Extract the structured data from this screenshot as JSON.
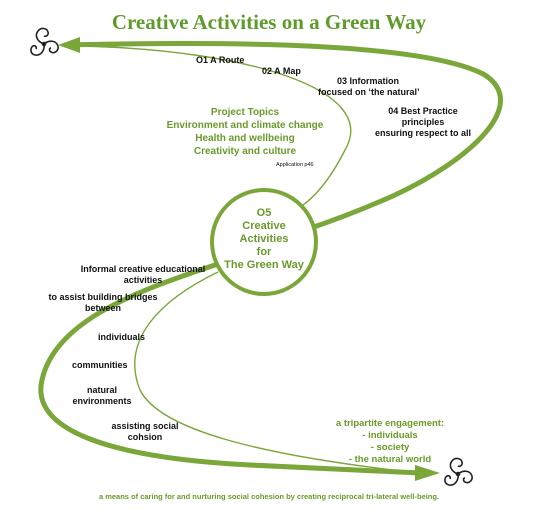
{
  "title": "Creative Activities on a Green Way",
  "outputs": {
    "o1": "O1 A Route",
    "o2": "02 A Map",
    "o3": [
      "03 Information",
      "focused on ‘the natural’"
    ],
    "o4": [
      "04 Best Practice",
      "principles",
      "ensuring respect to all"
    ]
  },
  "project_topics": {
    "heading": "Project Topics",
    "items": [
      "Environment and climate change",
      "Health and wellbeing",
      "Creativity and culture"
    ],
    "reference": "Application p46"
  },
  "center": [
    "O5",
    "Creative",
    "Activities",
    "for",
    "The Green Way"
  ],
  "left_labels": {
    "informal": [
      "Informal creative educational",
      "activities"
    ],
    "bridges": [
      "to assist building bridges",
      "between"
    ],
    "individuals": "individuals",
    "communities": "communities",
    "natural": [
      "natural",
      "environments"
    ],
    "cohesion": [
      "assisting social",
      "cohsion"
    ]
  },
  "tripartite": {
    "heading": "a tripartite engagement:",
    "items": [
      "- individuals",
      "- society",
      "- the natural world"
    ]
  },
  "footer": "a means of caring for and nurturing social cohesion by creating reciprocal tri-lateral well-being.",
  "colors": {
    "green": "#7aa63a",
    "title_green": "#5f9a2c",
    "text": "#111111"
  },
  "icons": [
    "triskele-icon",
    "triskele-icon"
  ]
}
